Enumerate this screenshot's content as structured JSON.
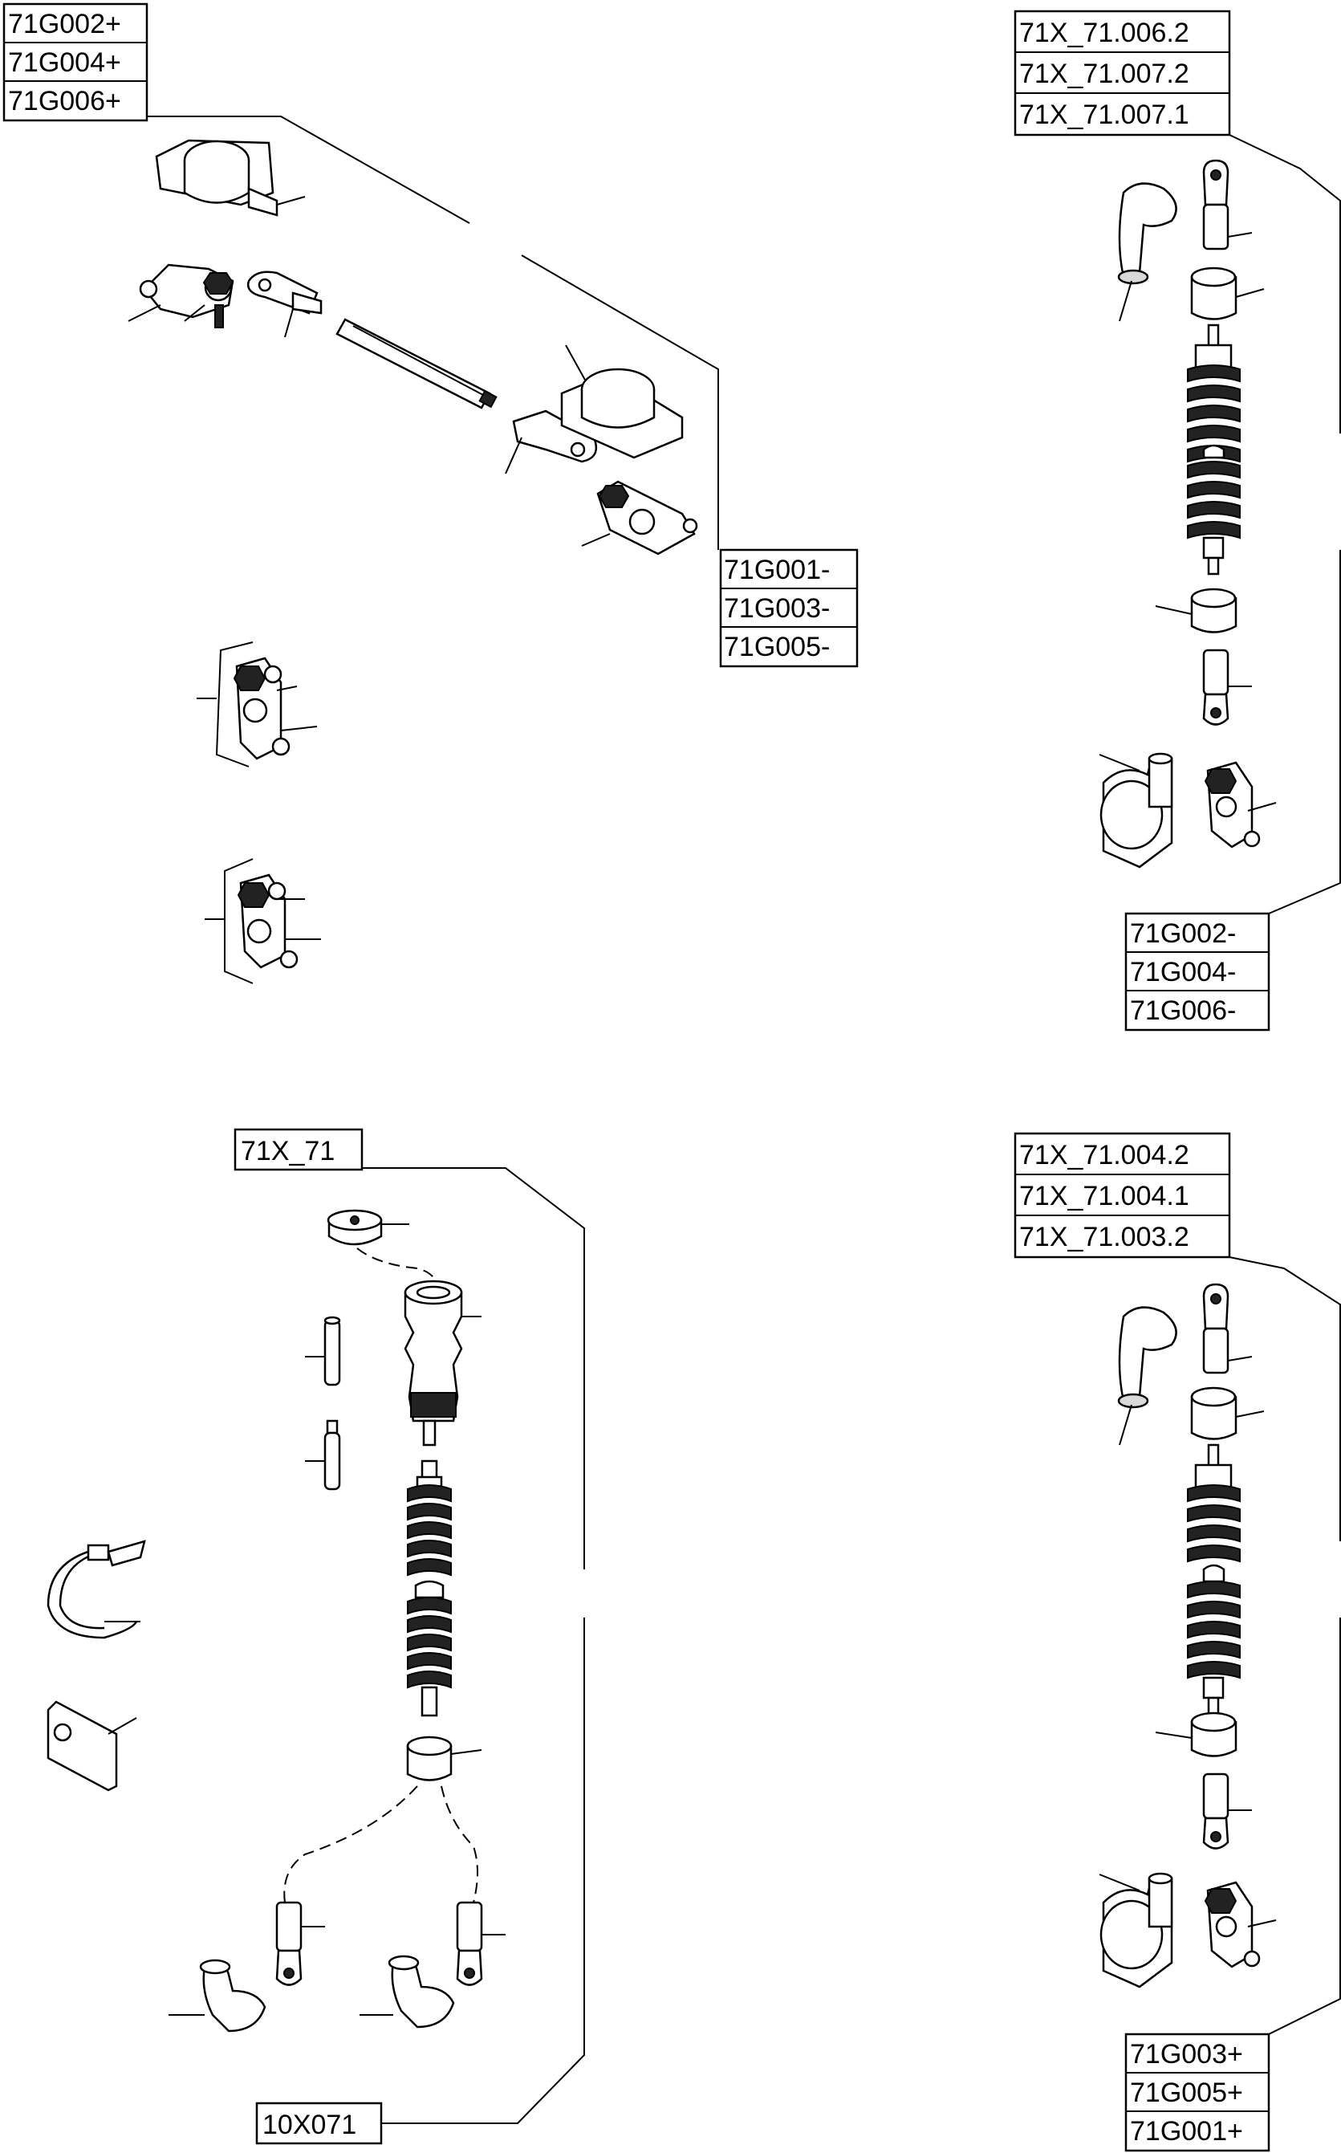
{
  "diagram": {
    "groups": [
      {
        "name": "top-left",
        "labels": [
          "71G002+",
          "71G004+",
          "71G006+"
        ]
      },
      {
        "name": "top-middle",
        "labels": [
          "71G001-",
          "71G003-",
          "71G005-"
        ]
      },
      {
        "name": "top-right-header",
        "labels": [
          "71X_71.006.2",
          "71X_71.007.2",
          "71X_71.007.1"
        ]
      },
      {
        "name": "top-right-footer",
        "labels": [
          "71G002-",
          "71G004-",
          "71G006-"
        ]
      },
      {
        "name": "bottom-left-header",
        "labels": [
          "71X_71"
        ]
      },
      {
        "name": "bottom-left-footer",
        "labels": [
          "10X071"
        ]
      },
      {
        "name": "bottom-right-header",
        "labels": [
          "71X_71.004.2",
          "71X_71.004.1",
          "71X_71.003.2"
        ]
      },
      {
        "name": "bottom-right-footer",
        "labels": [
          "71G003+",
          "71G005+",
          "71G001+"
        ]
      }
    ]
  }
}
